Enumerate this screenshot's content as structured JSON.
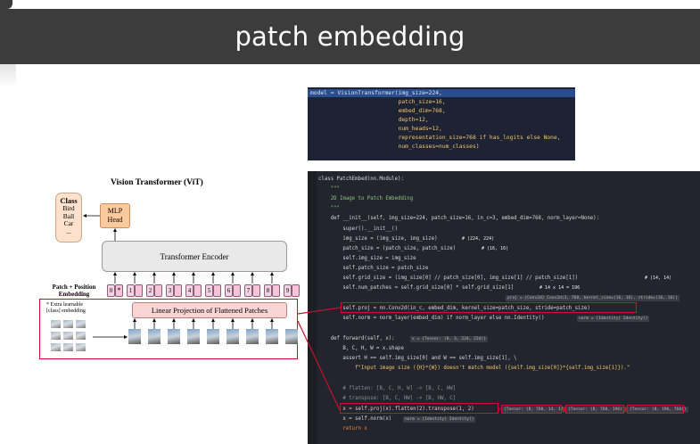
{
  "slide": {
    "title": "patch embedding"
  },
  "vit_figure": {
    "title": "Vision Transformer (ViT)",
    "class_box": {
      "heading": "Class",
      "items": [
        "Bird",
        "Ball",
        "Car",
        "..."
      ]
    },
    "mlp_head": "MLP\nHead",
    "encoder": "Transformer Encoder",
    "pos_embedding_label": "Patch + Position\nEmbedding",
    "extra_label": "* Extra learnable\n[class] embedding",
    "linear_projection": "Linear Projection of Flattened Patches",
    "position_tokens": [
      "0",
      "1",
      "2",
      "3",
      "4",
      "5",
      "6",
      "7",
      "8",
      "9"
    ],
    "class_token_mark": "*",
    "colors": {
      "highlight_outline": "#c8102e",
      "mlp": "#fcc99c",
      "linear": "#fad5d5"
    }
  },
  "code_top": {
    "lines": [
      "model = VisionTransformer(img_size=224,",
      "                          patch_size=16,",
      "                          embed_dim=768,",
      "                          depth=12,",
      "                          num_heads=12,",
      "                          representation_size=768 if has_logits else None,",
      "                          num_classes=num_classes)"
    ]
  },
  "code_main": {
    "lines": [
      "class PatchEmbed(nn.Module):",
      "    \"\"\"",
      "    2D Image to Patch Embedding",
      "    \"\"\"",
      "    def __init__(self, img_size=224, patch_size=16, in_c=3, embed_dim=768, norm_layer=None):",
      "        super().__init__()",
      "        img_size = (img_size, img_size)",
      "        patch_size = (patch_size, patch_size)",
      "        self.img_size = img_size",
      "        self.patch_size = patch_size",
      "        self.grid_size = (img_size[0] // patch_size[0], img_size[1] // patch_size[1])",
      "        self.num_patches = self.grid_size[0] * self.grid_size[1]",
      "",
      "        self.proj = nn.Conv2d(in_c, embed_dim, kernel_size=patch_size, stride=patch_size)",
      "        self.norm = norm_layer(embed_dim) if norm_layer else nn.Identity()",
      "",
      "    def forward(self, x):",
      "        B, C, H, W = x.shape",
      "        assert H == self.img_size[0] and W == self.img_size[1], \\",
      "            f\"Input image size ({H}*{W}) doesn't match model ({self.img_size[0]}*{self.img_size[1]}).\"",
      "",
      "        # flatten: [B, C, H, W] -> [B, C, HW]",
      "        # transpose: [B, C, HW] -> [B, HW, C]",
      "        x = self.proj(x).flatten(2).transpose(1, 2)",
      "        x = self.norm(x)",
      "        return x"
    ],
    "inline_values": {
      "img_size": "# (224, 224)",
      "patch_size": "# (16, 16)",
      "grid_size": "# (14, 14)",
      "num_patches": "# 14 x 14 = 196"
    },
    "hints": {
      "proj": "proj = {Conv2d} Conv2d(3, 768, kernel_size=(16, 16), stride=(16, 16))",
      "norm_init": "norm = {Identity} Identity()",
      "forward_x": "x = {Tensor: (8, 3, 224, 224)}",
      "norm_fwd": "norm = {Identity} Identity()",
      "tensor_1": "{Tensor: (8, 768, 14, 14)}",
      "tensor_2": "{Tensor: (8, 768, 196)}",
      "tensor_3": "{Tensor: (8, 196, 768)}"
    }
  }
}
